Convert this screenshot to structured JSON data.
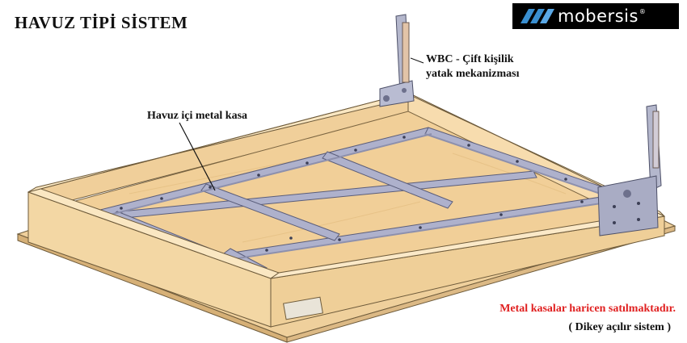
{
  "title": "HAVUZ TİPİ SİSTEM",
  "logo": {
    "text": "mobersis",
    "reg": "®"
  },
  "labels": {
    "mechanism_line1": "WBC - Çift kişilik",
    "mechanism_line2": "yatak mekanizması",
    "frame": "Havuz içi metal kasa"
  },
  "notes": {
    "sale": "Metal kasalar haricen satılmaktadır.",
    "system": "( Dikey açılır sistem )"
  },
  "colors": {
    "wood": "#f3d7a4",
    "wood_dark": "#d9b57c",
    "wood_top": "#fae7c2",
    "metal": "#aeb1cc",
    "metal_dark": "#8d90ad",
    "accent_red": "#e02020",
    "logo_blue": "#3a8fd0"
  }
}
